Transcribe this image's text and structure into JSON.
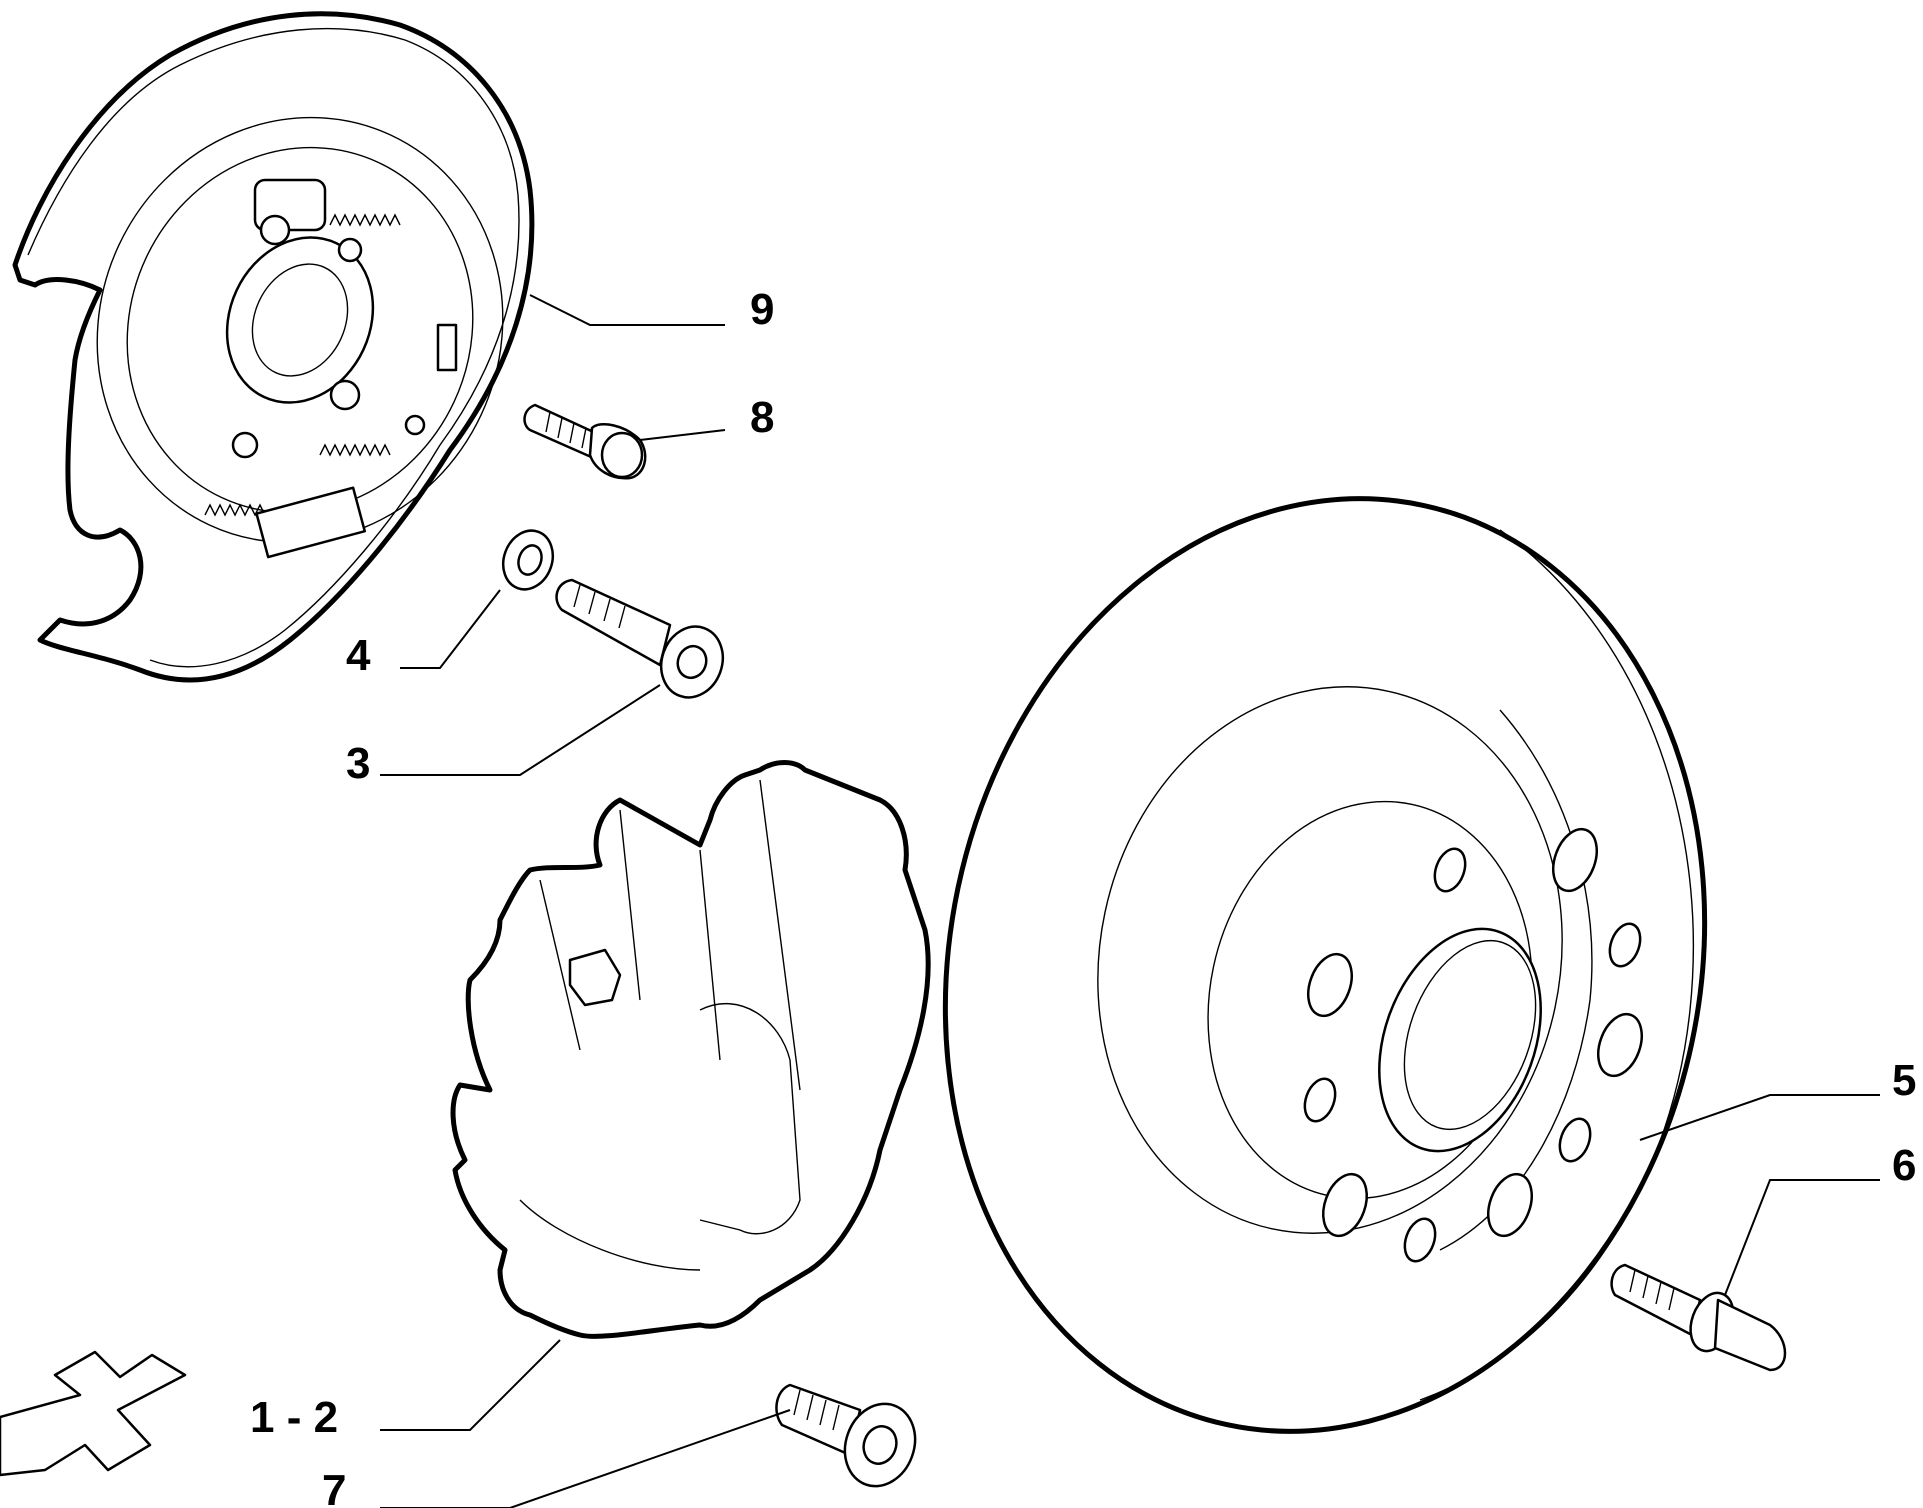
{
  "diagram": {
    "callouts": [
      {
        "id": "9",
        "label": "9"
      },
      {
        "id": "8",
        "label": "8"
      },
      {
        "id": "4",
        "label": "4"
      },
      {
        "id": "3",
        "label": "3"
      },
      {
        "id": "5",
        "label": "5"
      },
      {
        "id": "6",
        "label": "6"
      },
      {
        "id": "1-2",
        "label": "1 - 2"
      },
      {
        "id": "7",
        "label": "7"
      }
    ],
    "parts": [
      {
        "id": "backing-plate",
        "icon": "brake-backing-plate-icon"
      },
      {
        "id": "hex-bolt",
        "icon": "hex-bolt-icon"
      },
      {
        "id": "washer",
        "icon": "washer-icon"
      },
      {
        "id": "socket-bolt-upper",
        "icon": "socket-bolt-icon"
      },
      {
        "id": "brake-disc",
        "icon": "brake-disc-icon"
      },
      {
        "id": "wheel-stud",
        "icon": "stud-icon"
      },
      {
        "id": "brake-caliper",
        "icon": "brake-caliper-icon"
      },
      {
        "id": "socket-bolt-lower",
        "icon": "socket-bolt-icon"
      },
      {
        "id": "direction-arrow",
        "icon": "arrow-icon"
      }
    ],
    "colors": {
      "line": "#000000",
      "background": "#ffffff"
    }
  }
}
